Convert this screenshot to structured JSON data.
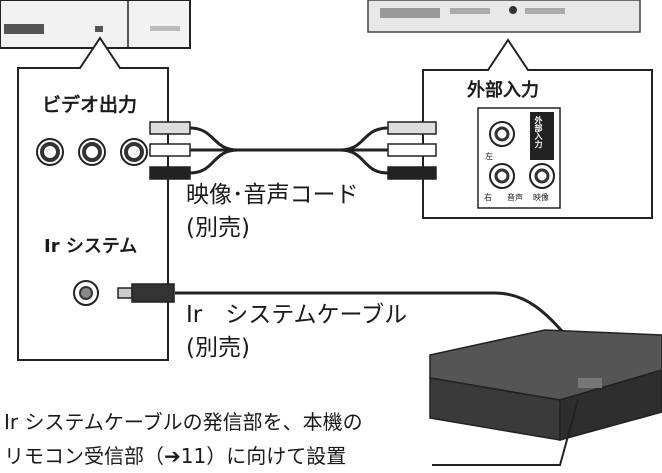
{
  "left_panel": {
    "video_out_label": "ビデオ出力",
    "ir_system_label": "Ir システム"
  },
  "right_panel": {
    "external_input_label": "外部入力",
    "side_tag": "外部入力",
    "left_mark": "左",
    "right_mark": "右",
    "audio_mark": "音声",
    "video_mark": "映像"
  },
  "cables": {
    "av_cord_label": "映像･音声コード",
    "av_cord_note": "(別売)",
    "ir_cable_label": "Ir　システムケーブル",
    "ir_cable_note": "(別売)"
  },
  "instruction": {
    "line1": "Ir システムケーブルの発信部を、本機の",
    "line2": "リモコン受信部（➔11）に向けて設置"
  }
}
